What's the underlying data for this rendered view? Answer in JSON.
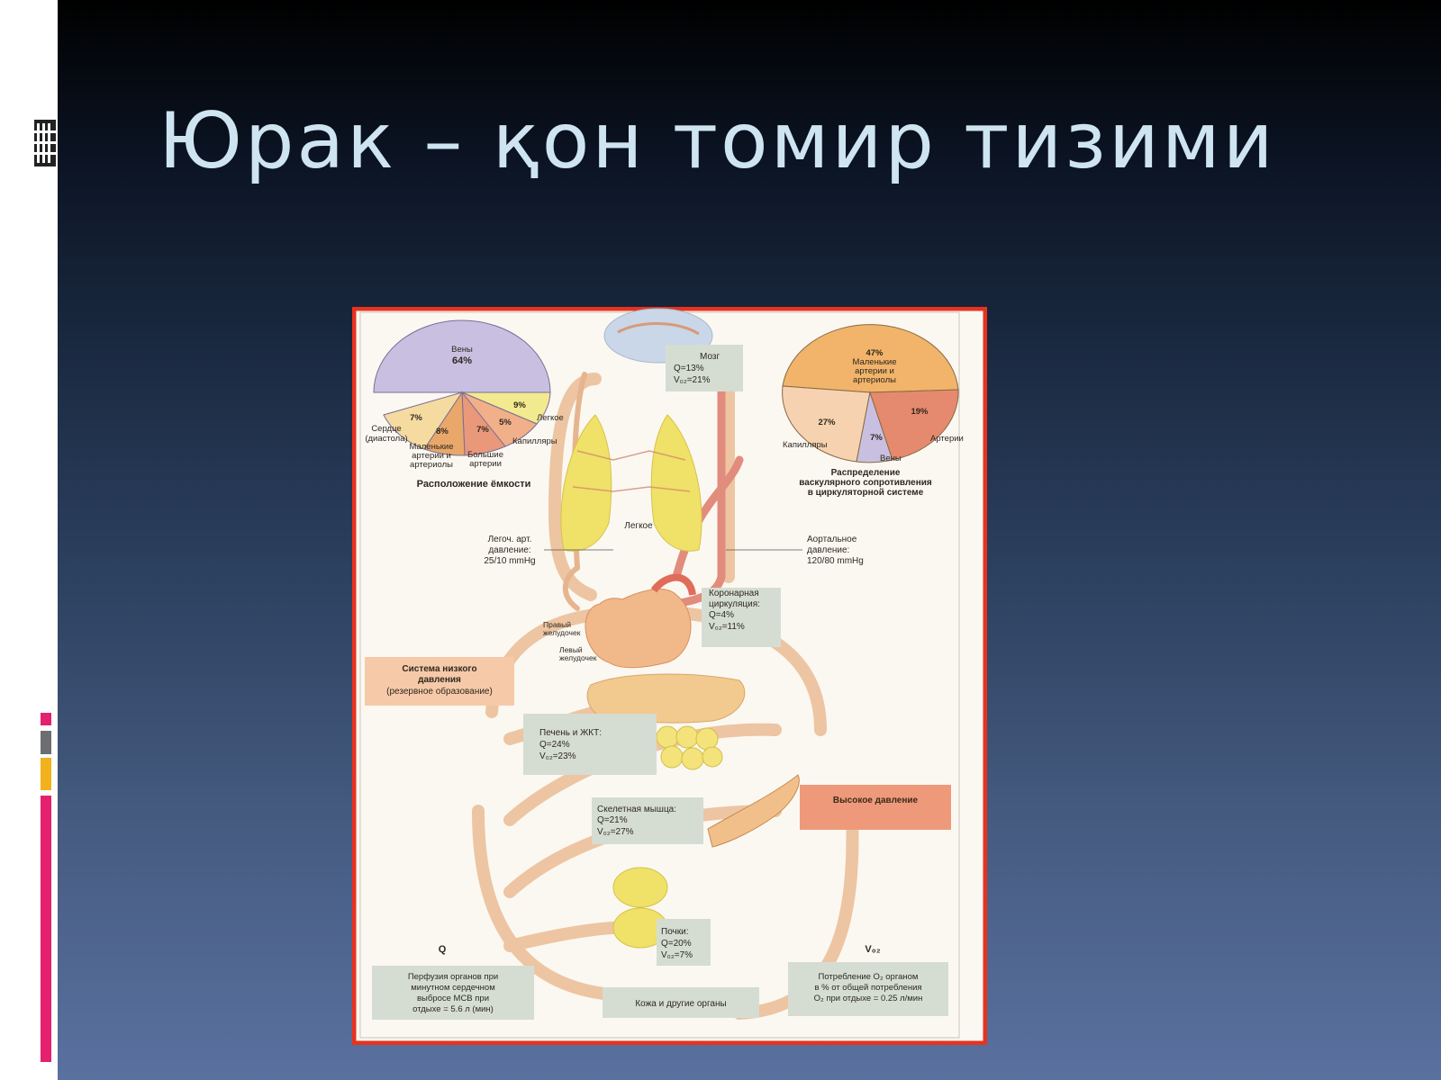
{
  "slide": {
    "title": "Юрак – қон томир тизими",
    "accent_colors": {
      "border": "#e8321e",
      "deco_pink": "#e4206f",
      "deco_gray": "#6d6e71",
      "deco_yellow": "#f2b21b"
    }
  },
  "diagram": {
    "capacity_pie": {
      "caption": "Расположение ёмкости",
      "labels": {
        "veins": "Вены",
        "veins_pct": "64%",
        "heart": "Сердце",
        "heart_sub": "(диастола)",
        "heart_pct": "7%",
        "arterioles_pct": "8%",
        "arterioles_1": "Маленькие",
        "arterioles_2": "артерии и",
        "arterioles_3": "артериолы",
        "arteries_pct": "7%",
        "arteries_1": "Большие",
        "arteries_2": "артерии",
        "capillaries_pct": "5%",
        "capillaries": "Капилляры",
        "lung_pct": "9%",
        "lung": "Легкое"
      }
    },
    "resistance_pie": {
      "caption_1": "Распределение",
      "caption_2": "васкулярного сопротивления",
      "caption_3": "в циркуляторной системе",
      "labels": {
        "small_pct": "47%",
        "small_1": "Маленькие",
        "small_2": "артерии и",
        "small_3": "артериолы",
        "arteries_pct": "19%",
        "arteries": "Артерии",
        "veins_pct": "7%",
        "veins": "Вены",
        "capillaries_pct": "27%",
        "capillaries": "Капилляры"
      }
    },
    "brain": {
      "name": "Мозг",
      "q": "Q=13%",
      "v": "V₀₂=21%"
    },
    "lung_label": "Легкое",
    "pulm_pressure": {
      "line1": "Легоч. арт.",
      "line2": "давление:",
      "line3": "25/10 mmHg"
    },
    "aortic_pressure": {
      "line1": "Аортальное",
      "line2": "давление:",
      "line3": "120/80 mmHg"
    },
    "coronary": {
      "line1": "Коронарная",
      "line2": "циркуляция:",
      "q": "Q=4%",
      "v": "V₀₂=11%"
    },
    "right_ventricle": {
      "line1": "Правый",
      "line2": "желудочек"
    },
    "left_ventricle": {
      "line1": "Левый",
      "line2": "желудочек"
    },
    "low_pressure": {
      "line1": "Система низкого",
      "line2": "давления",
      "line3": "(резервное образование)"
    },
    "liver": {
      "name": "Печень и ЖКТ:",
      "q": "Q=24%",
      "v": "V₀₂=23%"
    },
    "high_pressure": "Высокое давление",
    "muscle": {
      "name": "Скелетная мышца:",
      "q": "Q=21%",
      "v": "V₀₂=27%"
    },
    "kidney": {
      "name": "Почки:",
      "q": "Q=20%",
      "v": "V₀₂=7%"
    },
    "q_symbol": "Q",
    "vo2_symbol": "V₀₂",
    "perfusion": {
      "line1": "Перфузия органов при",
      "line2": "минутном сердечном",
      "line3": "выбросе МСВ при",
      "line4": "отдыхе = 5.6 л (мин)"
    },
    "skin": "Кожа и другие органы",
    "consumption": {
      "line1": "Потребление O₂ органом",
      "line2": "в % от общей потребления",
      "line3": "O₂ при отдыхе = 0.25 л/мин"
    }
  }
}
